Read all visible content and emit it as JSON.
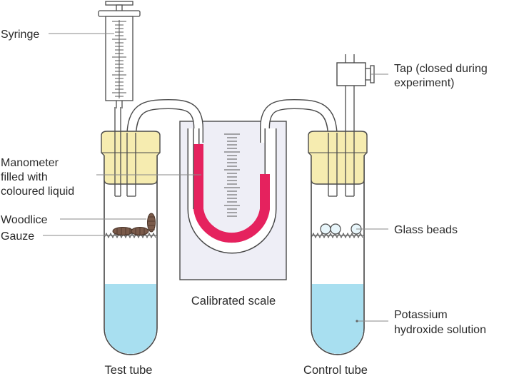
{
  "labels": {
    "syringe": "Syringe",
    "manometer": [
      "Manometer",
      "filled with",
      "coloured liquid"
    ],
    "woodlice": "Woodlice",
    "gauze": "Gauze",
    "tap": [
      "Tap (closed during",
      "experiment)"
    ],
    "glass_beads": "Glass beads",
    "potassium": [
      "Potassium",
      "hydroxide solution"
    ],
    "calibrated_scale": "Calibrated scale",
    "test_tube": "Test tube",
    "control_tube": "Control tube"
  },
  "colors": {
    "stopper": "#f6ecb0",
    "solution": "#a8dff0",
    "manometer_liquid": "#e5225e",
    "scale_box": "#eeeef6",
    "woodlouse": "#7a5a4a"
  }
}
